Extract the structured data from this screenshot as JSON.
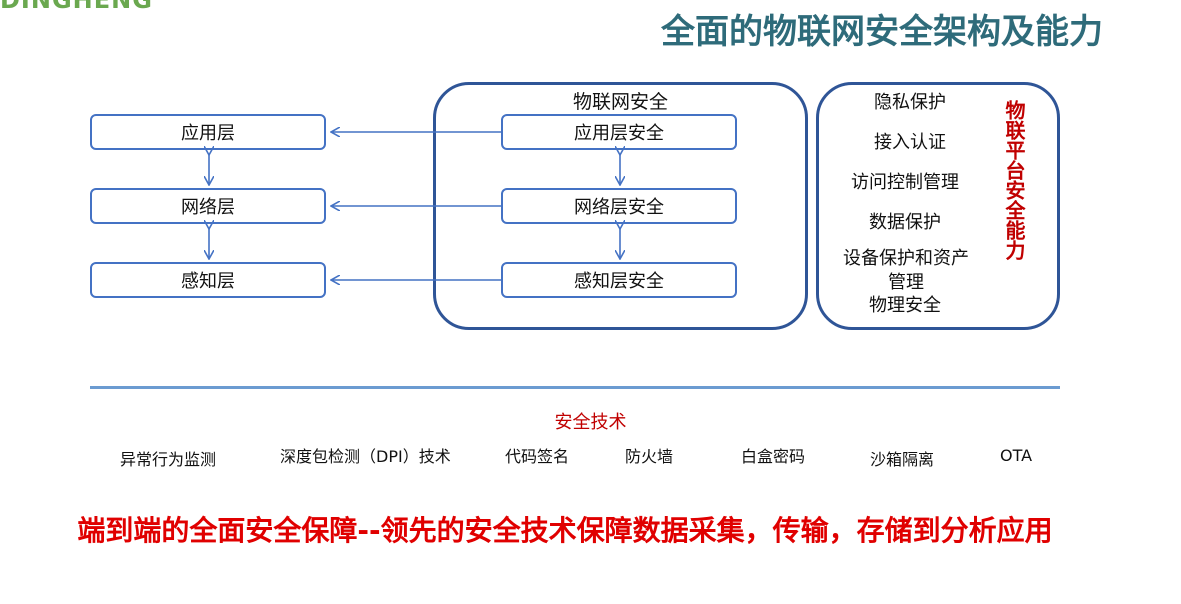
{
  "logo_text": "DINGHENG",
  "title": "全面的物联网安全架构及能力",
  "layers": {
    "app": "应用层",
    "net": "网络层",
    "perc": "感知层"
  },
  "iot_security": {
    "title": "物联网安全",
    "app": "应用层安全",
    "net": "网络层安全",
    "perc": "感知层安全"
  },
  "capabilities": {
    "items": [
      "隐私保护",
      "接入认证",
      "访问控制管理",
      "数据保护",
      "设备保护和资产管理",
      "物理安全"
    ],
    "title": "物联平台安全能力"
  },
  "tech": {
    "heading": "安全技术",
    "items": [
      "异常行为监测",
      "深度包检测（DPI）技术",
      "代码签名",
      "防火墙",
      "白盒密码",
      "沙箱隔离",
      "OTA"
    ]
  },
  "slogan": "端到端的全面安全保障--领先的安全技术保障数据采集，传输，存储到分析应用",
  "colors": {
    "box_border": "#4472c4",
    "group_border": "#2f5597",
    "arrow": "#4472c4",
    "accent_red": "#c00000",
    "slogan_red": "#e00000",
    "title_teal": "#2e6b7a"
  }
}
